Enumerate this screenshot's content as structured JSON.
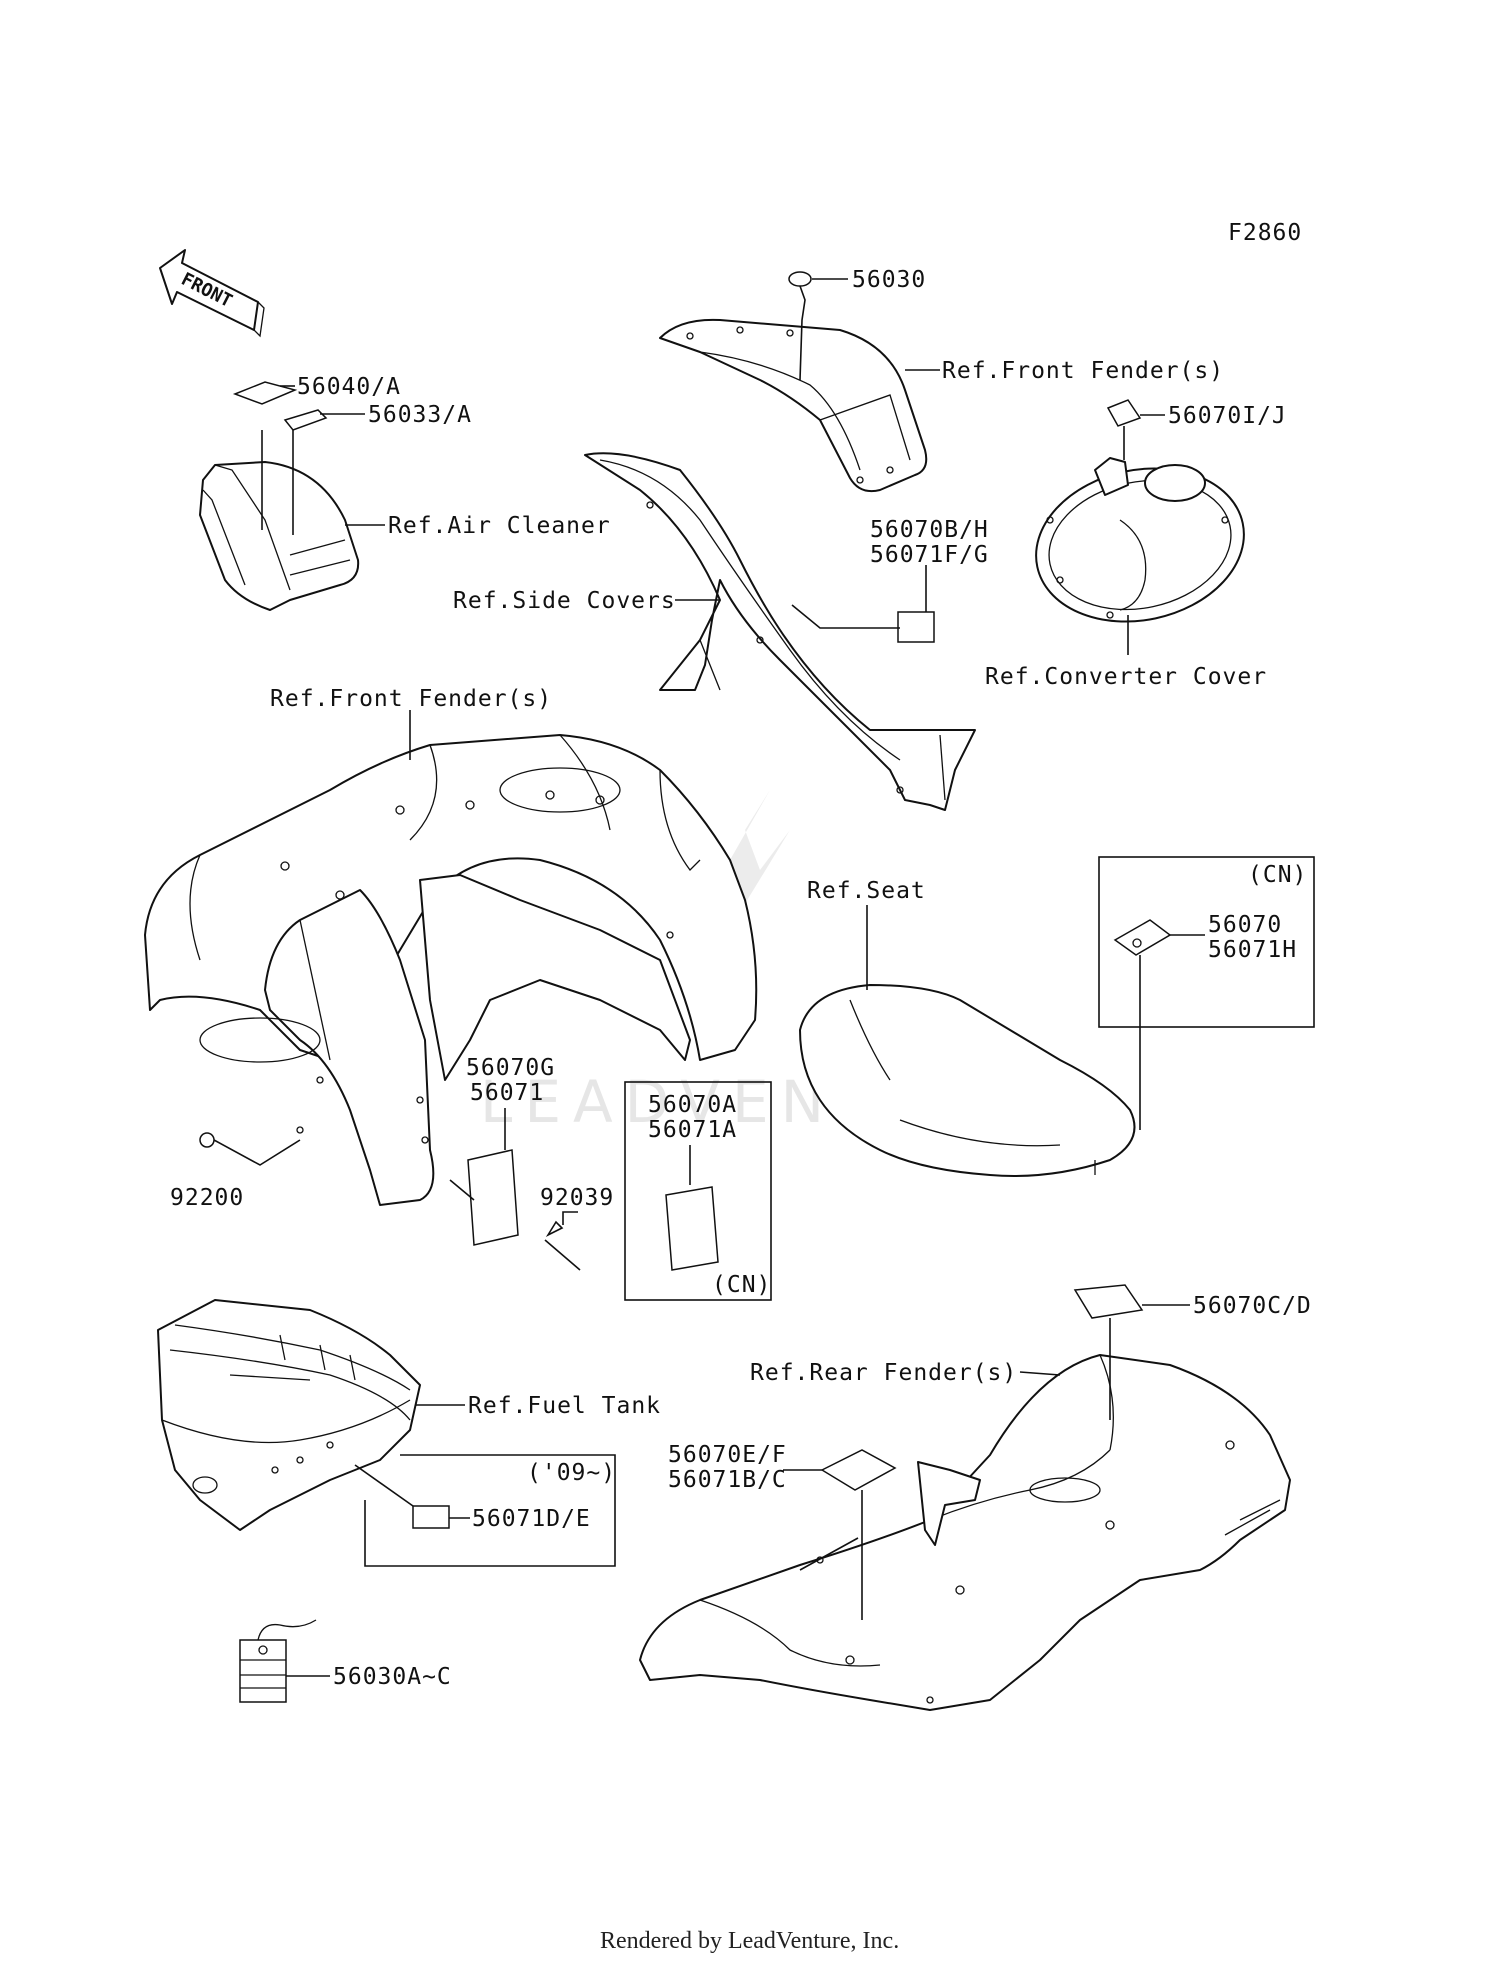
{
  "figure_code": "F2860",
  "front_arrow": "FRONT",
  "watermark": "LEADVENTURE",
  "footer": "Rendered by LeadVenture, Inc.",
  "labels": {
    "p56030": "56030",
    "ref_front_fender_top": "Ref.Front Fender(s)",
    "p56070ij": "56070I/J",
    "p56040a": "56040/A",
    "p56033a": "56033/A",
    "ref_air_cleaner": "Ref.Air Cleaner",
    "ref_side_covers": "Ref.Side Covers",
    "p56070bh": "56070B/H",
    "p56071fg": "56071F/G",
    "ref_converter_cover": "Ref.Converter Cover",
    "ref_front_fender_main": "Ref.Front Fender(s)",
    "ref_seat": "Ref.Seat",
    "cn_top": "(CN)",
    "p56070": "56070",
    "p56071h": "56071H",
    "p56070g": "56070G",
    "p56071": "56071",
    "p56070a": "56070A",
    "p56071a": "56071A",
    "cn_bottom": "(CN)",
    "p92200": "92200",
    "p92039": "92039",
    "p56070cd": "56070C/D",
    "ref_rear_fender": "Ref.Rear Fender(s)",
    "ref_fuel_tank": "Ref.Fuel Tank",
    "year_09": "('09~)",
    "p56071de": "56071D/E",
    "p56070ef": "56070E/F",
    "p56071bc": "56071B/C",
    "p56030ac": "56030A~C"
  }
}
